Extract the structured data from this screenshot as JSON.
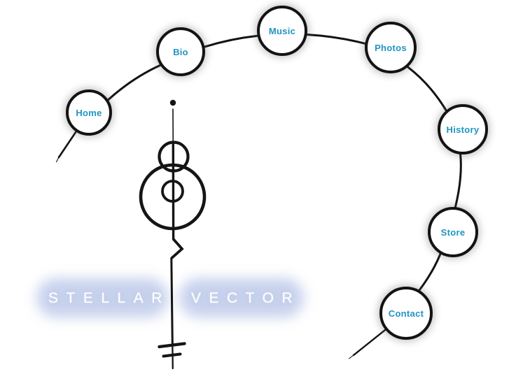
{
  "brand": {
    "word1": "STELLAR",
    "word2": "VECTOR"
  },
  "nav": {
    "items": [
      {
        "label": "Home"
      },
      {
        "label": "Bio"
      },
      {
        "label": "Music"
      },
      {
        "label": "Photos"
      },
      {
        "label": "History"
      },
      {
        "label": "Store"
      },
      {
        "label": "Contact"
      }
    ]
  },
  "illustration": {
    "description": "hand-drawn rocket sketch with dot, circles, zigzag line and crossbars"
  },
  "colors": {
    "nav_label_blue": "#2095c3",
    "ink_black": "#131313",
    "title_text": "#ffffff",
    "title_glow": "#b9c6e8",
    "background": "#ffffff"
  }
}
